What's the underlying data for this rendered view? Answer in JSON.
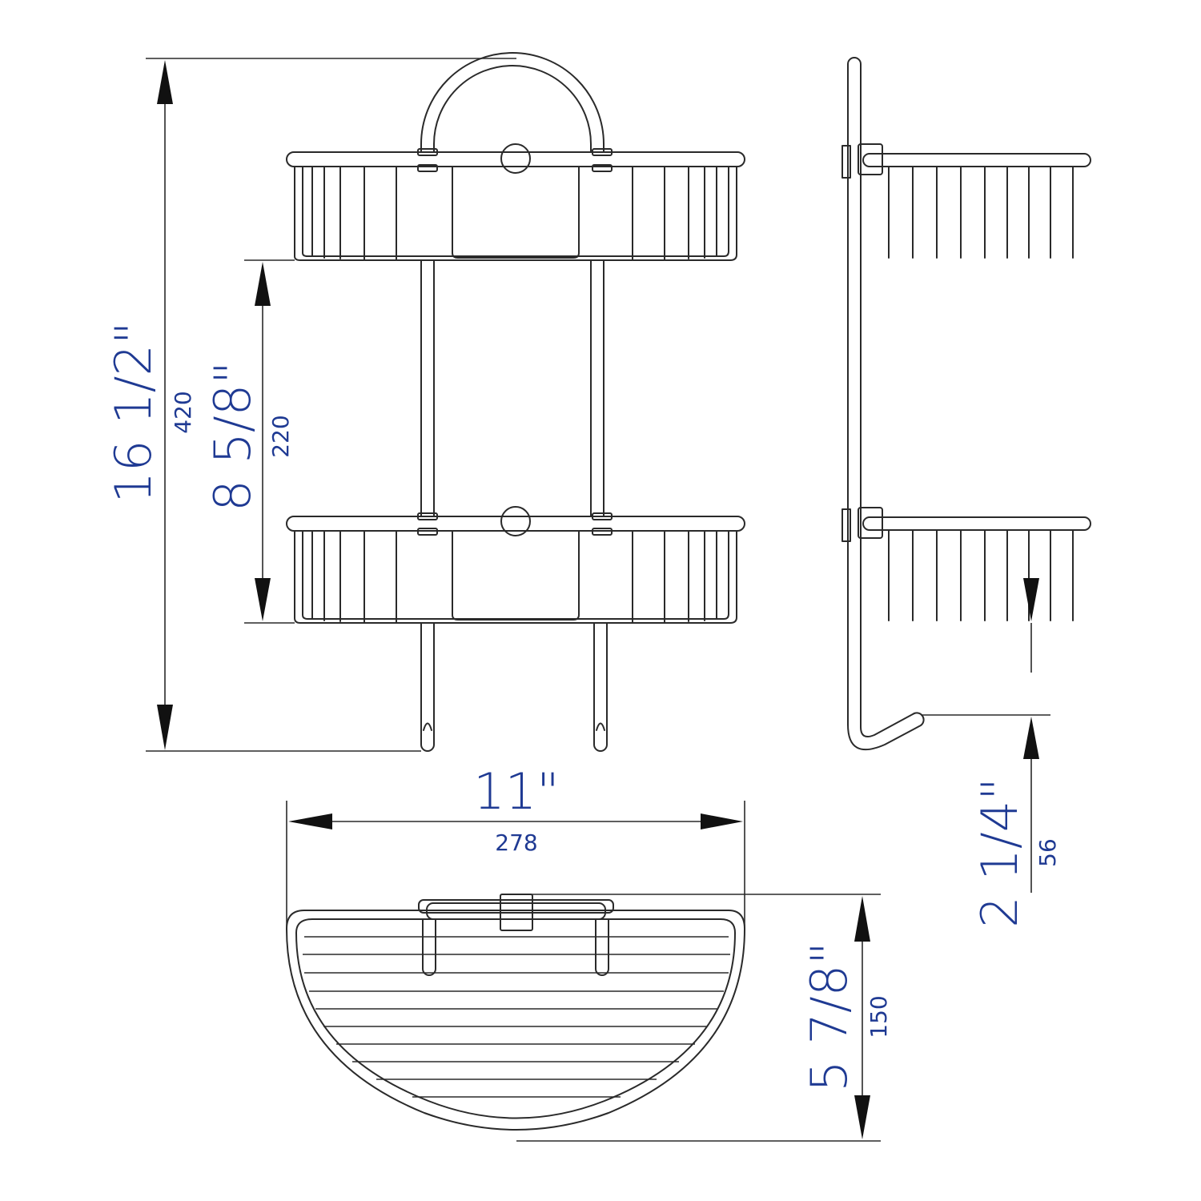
{
  "colors": {
    "line": "#2a2a2a",
    "arrow": "#111111",
    "dimension_text": "#1f3a93",
    "background": "#ffffff"
  },
  "dimensions": {
    "total_height": {
      "imperial": "16 1/2\"",
      "metric": "420"
    },
    "shelf_spacing": {
      "imperial": "8 5/8\"",
      "metric": "220"
    },
    "width": {
      "imperial": "11\"",
      "metric": "278"
    },
    "hook_drop": {
      "imperial": "2 1/4\"",
      "metric": "56"
    },
    "depth": {
      "imperial": "5 7/8\"",
      "metric": "150"
    }
  }
}
